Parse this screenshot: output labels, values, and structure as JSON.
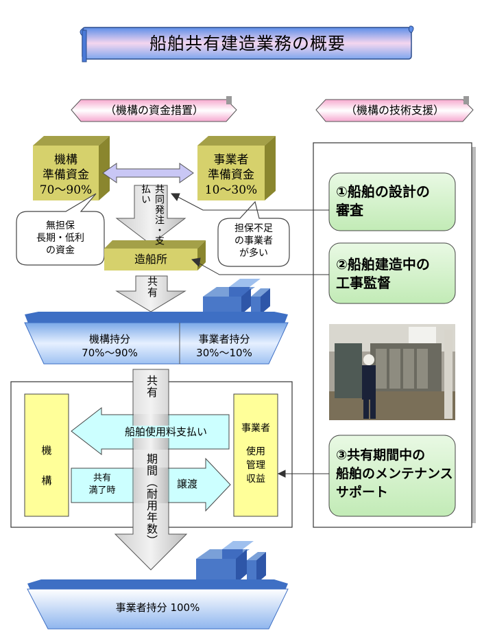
{
  "title": "船舶共有建造業務の概要",
  "left_header": "（機構の資金措置）",
  "right_header": "（機構の技術支援）",
  "kikou_fund": {
    "line1": "機構",
    "line2": "準備資金",
    "line3": "70〜90%"
  },
  "jigyo_fund": {
    "line1": "事業者",
    "line2": "準備資金",
    "line3": "10〜30%"
  },
  "bubble_left": {
    "line1": "無担保",
    "line2": "長期・低利",
    "line3": "の資金"
  },
  "bubble_right": {
    "line1": "担保不足",
    "line2": "の事業者",
    "line3": "が多い"
  },
  "joint_order": "共同発注・支払い",
  "shipyard": "造船所",
  "kyoyu_arrow": "共有",
  "ship1": {
    "left_line1": "機構持分",
    "left_line2": "70%〜90%",
    "right_line1": "事業者持分",
    "right_line2": "30%〜10%"
  },
  "period_arrow": {
    "top": "共有",
    "bottom": "期間（耐用年数）"
  },
  "kikou_box": {
    "line1": "機",
    "line2": "構"
  },
  "usage_fee": "船舶使用料支払い",
  "jigyo_box": {
    "line1": "事業者",
    "line2": "使用",
    "line3": "管理",
    "line4": "収益"
  },
  "expiry": {
    "line1": "共有",
    "line2": "満了時"
  },
  "transfer": "譲渡",
  "ship2": "事業者持分 100%",
  "support1": {
    "line1": "①船舶の設計の",
    "line2": "審査"
  },
  "support2": {
    "line1": "②船舶建造中の",
    "line2": "工事監督"
  },
  "support3": {
    "line1": "③共有期間中の",
    "line2": "船舶のメンテナンス",
    "line3": "サポート"
  },
  "photo_icon": "engine-room-photo",
  "colors": {
    "olive": "#d6d16c",
    "green": "#cff0c6",
    "yellow": "#ffff99",
    "cyan": "#ccffff",
    "ship_blue": "#5e8fd3",
    "title_blue": "#7fa7ee",
    "pink": "#fbd8ea"
  }
}
